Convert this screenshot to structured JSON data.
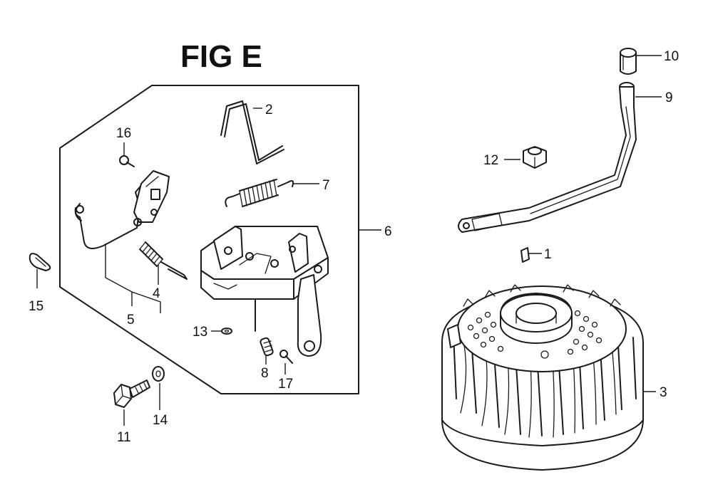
{
  "figure": {
    "title": "FIG E"
  },
  "callouts": [
    {
      "id": "c1",
      "label": "1"
    },
    {
      "id": "c2",
      "label": "2"
    },
    {
      "id": "c3",
      "label": "3"
    },
    {
      "id": "c4",
      "label": "4"
    },
    {
      "id": "c5",
      "label": "5"
    },
    {
      "id": "c6",
      "label": "6"
    },
    {
      "id": "c7",
      "label": "7"
    },
    {
      "id": "c8",
      "label": "8"
    },
    {
      "id": "c9",
      "label": "9"
    },
    {
      "id": "c10",
      "label": "10"
    },
    {
      "id": "c11",
      "label": "11"
    },
    {
      "id": "c12",
      "label": "12"
    },
    {
      "id": "c13",
      "label": "13"
    },
    {
      "id": "c14",
      "label": "14"
    },
    {
      "id": "c15",
      "label": "15"
    },
    {
      "id": "c16",
      "label": "16"
    },
    {
      "id": "c17",
      "label": "17"
    }
  ]
}
